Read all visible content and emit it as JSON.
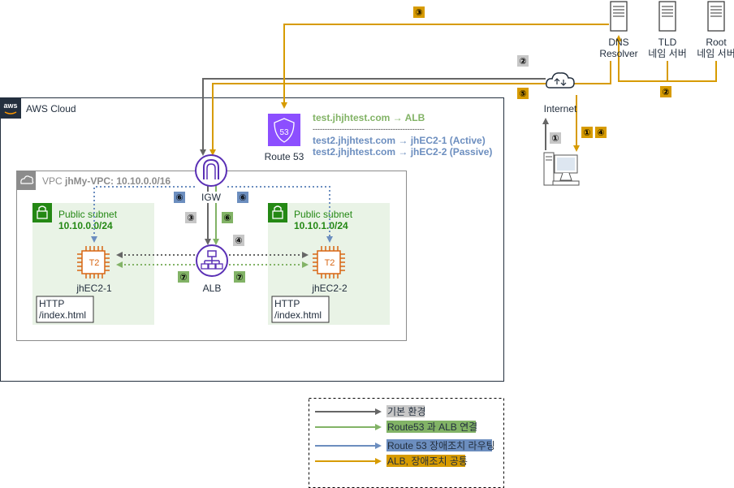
{
  "colors": {
    "gray": "#666666",
    "green": "#82B366",
    "blue": "#6C8EBF",
    "orange": "#D79B00",
    "badge_gray": "#C7C7C7",
    "badge_green": "#82B366",
    "badge_blue": "#6C8EBF",
    "badge_orange": "#D79B00",
    "subnet_bg": "#E9F3E6",
    "subnet_green": "#248814",
    "ec2_orange": "#D86613",
    "route53_purple": "#8C4FFF",
    "vpc_border": "#8C8C8C",
    "igw_purple": "#5A30B5"
  },
  "cloud": {
    "title": "AWS Cloud",
    "logo_text": "aws"
  },
  "vpc": {
    "label_prefix": "VPC ",
    "label_name": "jhMy-VPC: 10.10.0.0/16"
  },
  "subnets": [
    {
      "title": "Public subnet",
      "cidr": "10.10.0.0/24",
      "instance_label": "jhEC2-1",
      "chip_text": "T2",
      "http_lines": [
        "HTTP",
        "/index.html"
      ]
    },
    {
      "title": "Public subnet",
      "cidr": "10.10.1.0/24",
      "instance_label": "jhEC2-2",
      "chip_text": "T2",
      "http_lines": [
        "HTTP",
        "/index.html"
      ]
    }
  ],
  "igw": {
    "label": "IGW"
  },
  "alb": {
    "label": "ALB"
  },
  "route53": {
    "label": "Route 53",
    "icon_text": "53",
    "record_alb": "test.jhjhtest.com → ALB",
    "separator": "----------------------------------------------",
    "record_ec2_1": "test2.jhjhtest.com → jhEC2-1 (Active)",
    "record_ec2_2": "test2.jhjhtest.com → jhEC2-2 (Passive)"
  },
  "internet": {
    "label": "Internet"
  },
  "servers": [
    {
      "line1": "DNS",
      "line2": "Resolver"
    },
    {
      "line1": "TLD",
      "line2": "네임 서버"
    },
    {
      "line1": "Root",
      "line2": "네임 서버"
    }
  ],
  "badges": {
    "one": "①",
    "two": "②",
    "three": "③",
    "four": "④",
    "five": "⑤",
    "six": "⑥",
    "seven": "⑦"
  },
  "legend": [
    {
      "label": "기본 환경",
      "color": "#666666",
      "bg": "#C7C7C7"
    },
    {
      "label": "Route53 과 ALB 연결",
      "color": "#82B366",
      "bg": "#82B366"
    },
    {
      "label": "Route 53 장애조치 라우팅",
      "color": "#6C8EBF",
      "bg": "#6C8EBF"
    },
    {
      "label": "ALB, 장애조치 공통",
      "color": "#D79B00",
      "bg": "#D79B00"
    }
  ]
}
